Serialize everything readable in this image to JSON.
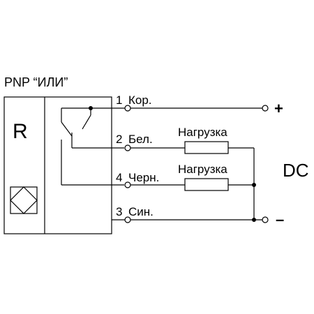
{
  "title": "PNP “ИЛИ”",
  "sensor_letter": "R",
  "terminals": [
    {
      "number": "1",
      "label": "Кор."
    },
    {
      "number": "2",
      "label": "Бел."
    },
    {
      "number": "4",
      "label": "Черн."
    },
    {
      "number": "3",
      "label": "Син."
    }
  ],
  "loads": [
    {
      "label": "Нагрузка"
    },
    {
      "label": "Нагрузка"
    }
  ],
  "supply": {
    "type_label": "DC",
    "plus": "+",
    "minus": "–"
  },
  "colors": {
    "line": "#000000",
    "background": "#ffffff"
  }
}
